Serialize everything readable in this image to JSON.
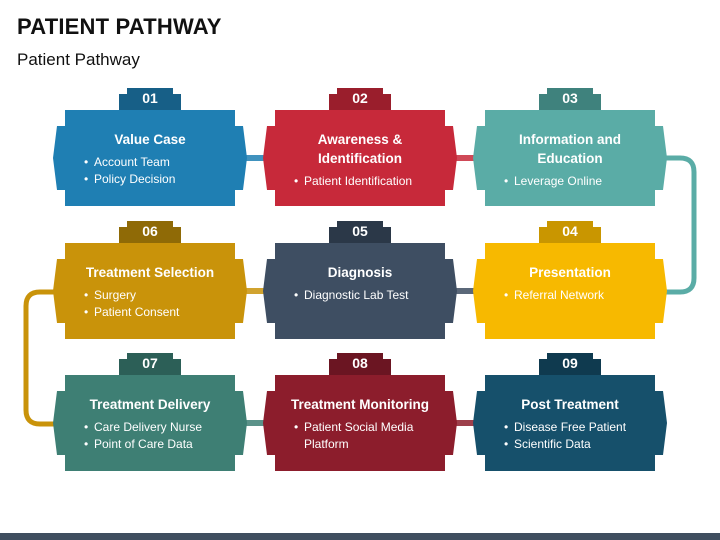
{
  "header": {
    "title": "PATIENT PATHWAY",
    "subtitle": "Patient Pathway"
  },
  "steps": [
    {
      "number": "01",
      "title": "Value Case",
      "bullets": [
        "Account Team",
        "Policy Decision"
      ],
      "color": "#1f7fb3",
      "tab_color": "#175f87"
    },
    {
      "number": "02",
      "title": "Awareness & Identification",
      "bullets": [
        "Patient Identification"
      ],
      "color": "#c7293a",
      "tab_color": "#9a1e2c"
    },
    {
      "number": "03",
      "title": "Information and Education",
      "bullets": [
        "Leverage Online"
      ],
      "color": "#5aaca6",
      "tab_color": "#3f827d"
    },
    {
      "number": "04",
      "title": "Presentation",
      "bullets": [
        "Referral Network"
      ],
      "color": "#f7b900",
      "tab_color": "#c99600"
    },
    {
      "number": "05",
      "title": "Diagnosis",
      "bullets": [
        "Diagnostic Lab Test"
      ],
      "color": "#3e4e62",
      "tab_color": "#2b3848"
    },
    {
      "number": "06",
      "title": "Treatment Selection",
      "bullets": [
        "Surgery",
        "Patient Consent"
      ],
      "color": "#c9930a",
      "tab_color": "#8f6a06"
    },
    {
      "number": "07",
      "title": "Treatment Delivery",
      "bullets": [
        "Care Delivery Nurse",
        "Point of Care Data"
      ],
      "color": "#3e7f74",
      "tab_color": "#2c5f57"
    },
    {
      "number": "08",
      "title": "Treatment Monitoring",
      "bullets": [
        "Patient Social Media Platform"
      ],
      "color": "#8c1d2c",
      "tab_color": "#6b1522"
    },
    {
      "number": "09",
      "title": "Post Treatment",
      "bullets": [
        "Disease Free Patient",
        "Scientific Data"
      ],
      "color": "#16506b",
      "tab_color": "#0f3a4f"
    }
  ],
  "connector_colors": {
    "row1_loop": "#5aaca6",
    "row2_loop": "#c9930a",
    "bottom_bar": "#3f4e5f"
  }
}
